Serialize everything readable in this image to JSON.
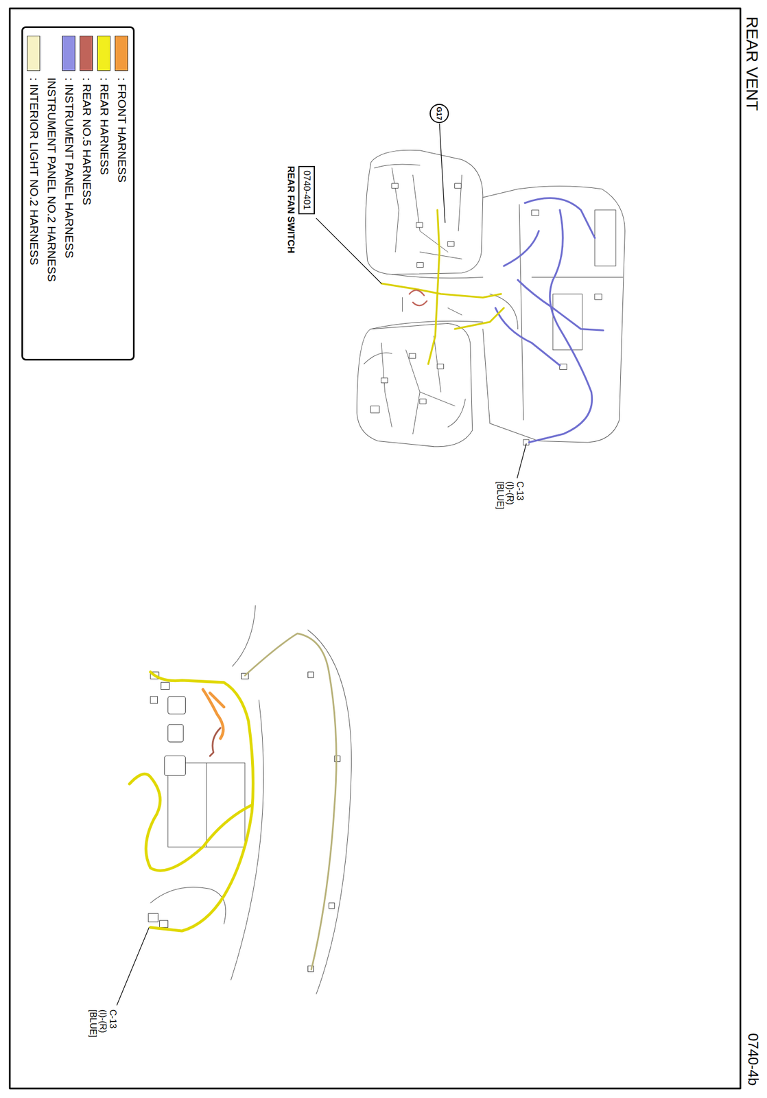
{
  "diagram": {
    "title": "REAR VENT",
    "nodes": [
      {
        "text": [
          "G17"
        ]
      },
      {
        "text": [
          "0740-401",
          "REAR FAN SWITCH"
        ]
      }
    ],
    "labels": [
      "C-13",
      "(I)-(R)",
      "[BLUE]",
      "C-13",
      "(I)-(R)",
      "[BLUE]",
      "0740-4b"
    ],
    "legend": [
      {
        "text": ": FRONT HARNESS",
        "color": "#f29a3c"
      },
      {
        "text": ": REAR HARNESS",
        "color": "#f2ee1e"
      },
      {
        "text": ": REAR NO.5 HARNESS",
        "color": "#c0645a"
      },
      {
        "text": ": INSTRUMENT PANEL HARNESS",
        "color": "#8f8fe3"
      },
      {
        "text": "INSTRUMENT PANEL NO.2 HARNESS"
      },
      {
        "text": ": INTERIOR LIGHT NO.2 HARNESS",
        "color": "#f7f2c4"
      }
    ]
  }
}
